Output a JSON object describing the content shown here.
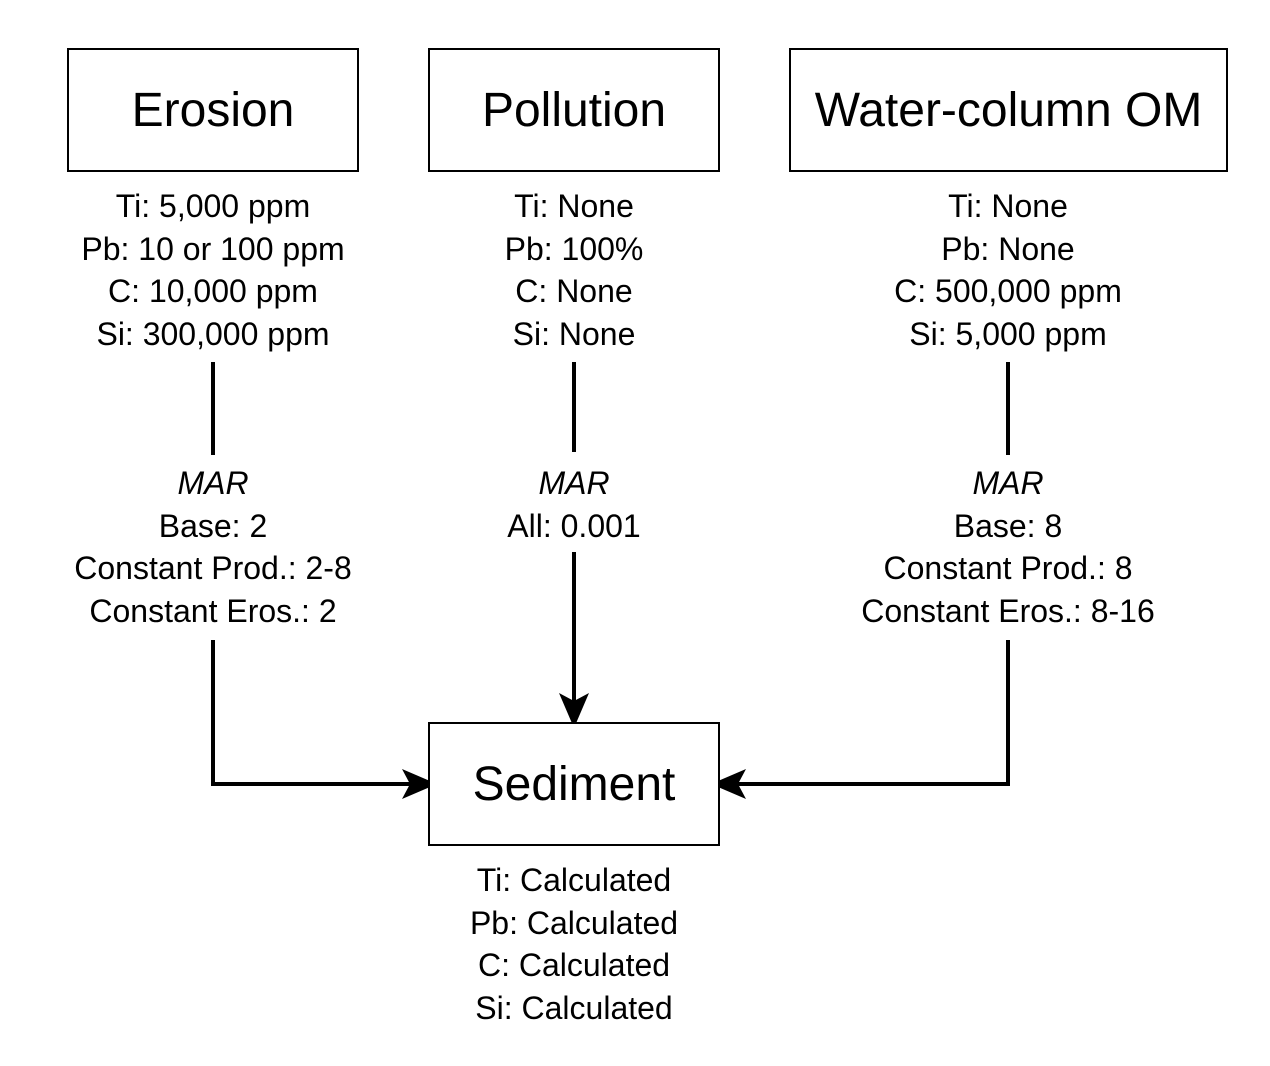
{
  "sources": [
    {
      "title": "Erosion",
      "concentrations": [
        "Ti: 5,000 ppm",
        "Pb: 10 or 100 ppm",
        "C: 10,000 ppm",
        "Si: 300,000 ppm"
      ],
      "mar_heading": "MAR",
      "mar_values": [
        "Base: 2",
        "Constant Prod.: 2-8",
        "Constant Eros.: 2"
      ]
    },
    {
      "title": "Pollution",
      "concentrations": [
        "Ti: None",
        "Pb: 100%",
        "C: None",
        "Si: None"
      ],
      "mar_heading": "MAR",
      "mar_values": [
        "All: 0.001"
      ]
    },
    {
      "title": "Water-column OM",
      "concentrations": [
        "Ti: None",
        "Pb: None",
        "C: 500,000 ppm",
        "Si: 5,000 ppm"
      ],
      "mar_heading": "MAR",
      "mar_values": [
        "Base: 8",
        "Constant Prod.: 8",
        "Constant Eros.: 8-16"
      ]
    }
  ],
  "sink": {
    "title": "Sediment",
    "concentrations": [
      "Ti: Calculated",
      "Pb: Calculated",
      "C: Calculated",
      "Si: Calculated"
    ]
  },
  "colors": {
    "stroke": "#000000",
    "background": "#ffffff"
  }
}
